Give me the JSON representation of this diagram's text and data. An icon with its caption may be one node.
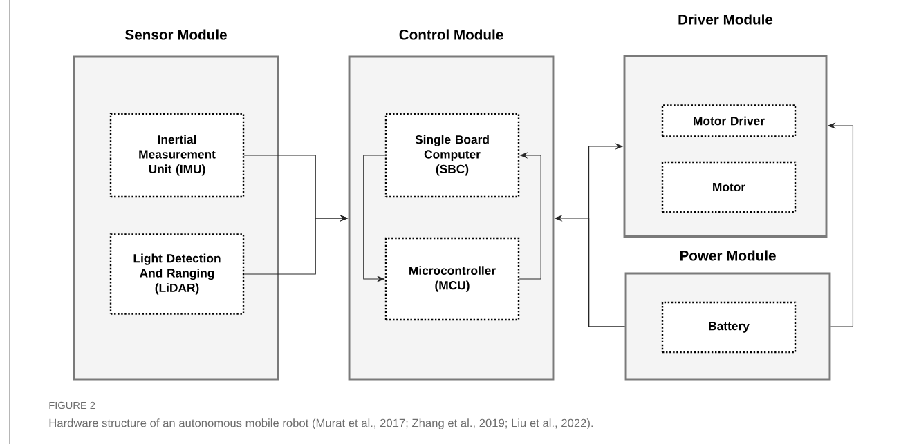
{
  "diagram": {
    "caption": "Hardware structure of an autonomous mobile robot (Murat et al., 2017; Zhang et al., 2019; Liu et al., 2022).",
    "nodes": [
      {
        "text": [
          "Sensor Module"
        ]
      },
      {
        "text": [
          "Inertial Measurement Unit (IMU)"
        ],
        "in": 0
      },
      {
        "text": [
          "Light Detection And Ranging (LiDAR)"
        ],
        "in": 0
      },
      {
        "text": [
          "Control Module"
        ]
      },
      {
        "text": [
          "Single Board Computer (SBC)"
        ],
        "in": 3
      },
      {
        "text": [
          "Microcontroller (MCU)"
        ],
        "in": 3
      },
      {
        "text": [
          "Driver Module"
        ]
      },
      {
        "text": [
          "Motor Driver"
        ],
        "in": 6
      },
      {
        "text": [
          "Motor"
        ],
        "in": 6
      },
      {
        "text": [
          "Power Module"
        ]
      },
      {
        "text": [
          "Battery"
        ],
        "in": 9
      }
    ],
    "edges": [
      {
        "from": 1,
        "to": 3,
        "arrow": "to"
      },
      {
        "from": 2,
        "to": 3,
        "arrow": "to"
      },
      {
        "from": 4,
        "to": 5,
        "arrow": "to"
      },
      {
        "from": 5,
        "to": 4,
        "arrow": "to"
      },
      {
        "from": 9,
        "to": 3,
        "arrow": "to"
      },
      {
        "from": 9,
        "to": 6,
        "arrow": "to"
      },
      {
        "from": 9,
        "to": 6,
        "arrow": "to"
      }
    ],
    "labels": [
      "FIGURE 2"
    ]
  }
}
